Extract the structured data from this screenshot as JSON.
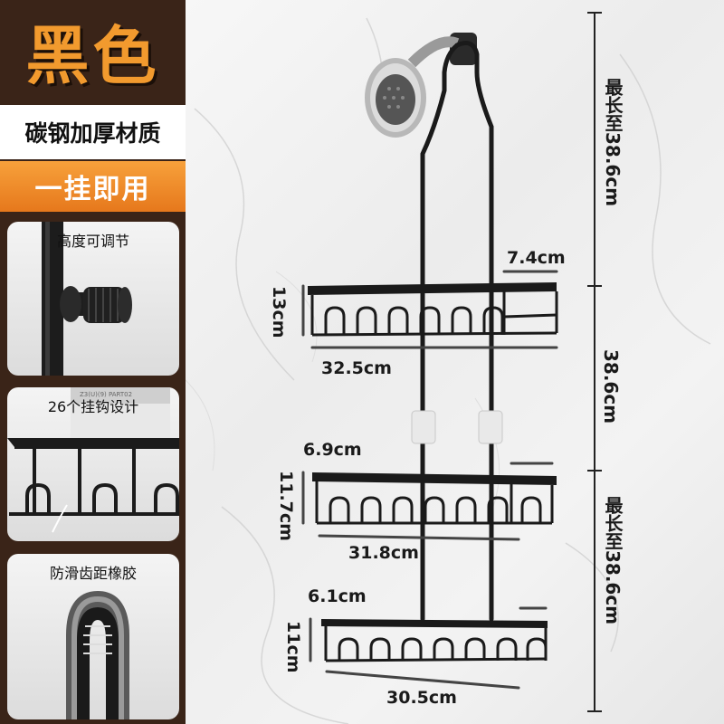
{
  "left_panel": {
    "color_title": "黑色",
    "material": "碳钢加厚材质",
    "hang": "一挂即用",
    "features": [
      {
        "caption": "高度可调节",
        "icon": "adjust-knob-icon"
      },
      {
        "caption": "26个挂钩设计",
        "icon": "hooks-icon"
      },
      {
        "caption": "防滑齿距橡胶",
        "icon": "rubber-grip-icon"
      }
    ],
    "label_print": "Z3(U)(9) PART02"
  },
  "dimensions": {
    "basket1_depth": "7.4cm",
    "basket1_height": "13cm",
    "basket1_width": "32.5cm",
    "basket2_depth": "6.9cm",
    "basket2_height": "11.7cm",
    "basket2_width": "31.8cm",
    "basket3_depth": "6.1cm",
    "basket3_height": "11cm",
    "basket3_width": "30.5cm",
    "max_top": "最长至38.6cm",
    "middle": "38.6cm",
    "max_bottom": "最长至38.6cm"
  },
  "colors": {
    "accent_orange": "#f29a2e",
    "panel_brown": "#3a2418",
    "rack_black": "#1a1a1a"
  }
}
